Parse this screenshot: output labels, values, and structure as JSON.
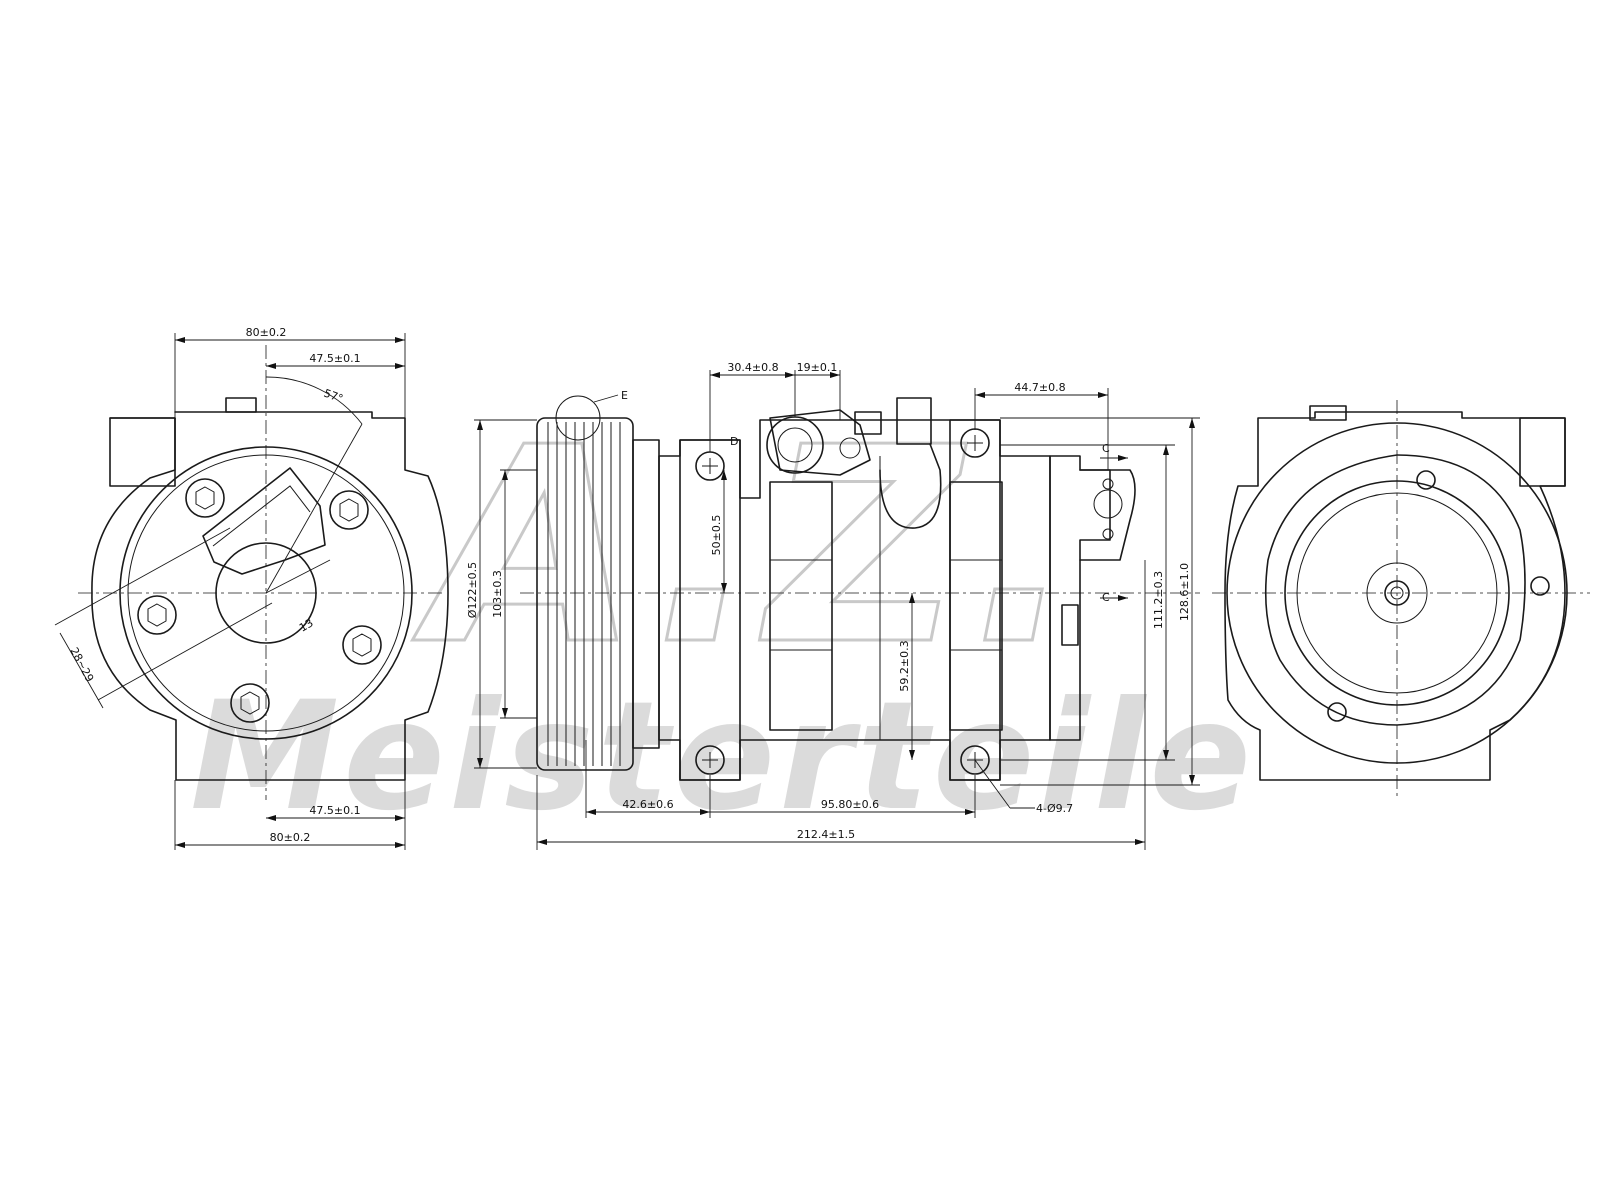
{
  "watermark": {
    "top_text": "A.Z.",
    "bottom_text": "Meisterteile",
    "color": "#bdbdbd"
  },
  "left_view": {
    "dim_top_width": "80±0.2",
    "dim_top_offset": "47.5±0.1",
    "dim_angle": "57°",
    "dim_slot": "13",
    "dim_range": "28~29",
    "dim_bottom_offset": "47.5±0.1",
    "dim_bottom_width": "80±0.2"
  },
  "side_view": {
    "dim_30_4": "30.4±0.8",
    "dim_19": "19±0.1",
    "dim_44_7": "44.7±0.8",
    "label_e": "E",
    "label_d": "D",
    "label_c_top": "C",
    "label_c_bottom": "C",
    "dim_pulley_dia": "Ø122±0.5",
    "dim_103": "103±0.3",
    "dim_50": "50±0.5",
    "dim_59_2": "59.2±0.3",
    "dim_111_2": "111.2±0.3",
    "dim_128_6": "128.6±1.0",
    "dim_42_6": "42.6±0.6",
    "dim_95_80": "95.80±0.6",
    "dim_holes": "4-Ø9.7",
    "dim_212_4": "212.4±1.5"
  },
  "right_view": {}
}
